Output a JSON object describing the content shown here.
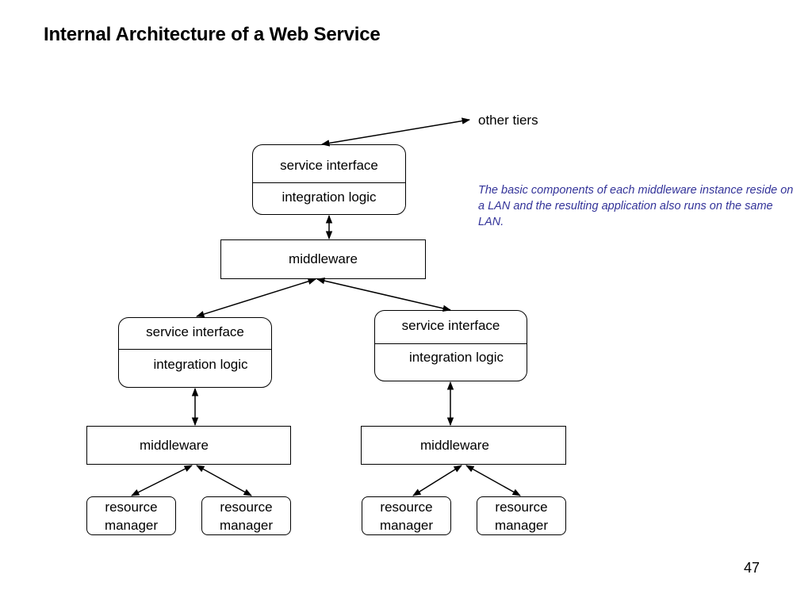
{
  "title": "Internal Architecture of a Web Service",
  "page_number": "47",
  "other_tiers": "other tiers",
  "note": "The basic components of each middleware instance reside on a LAN and the resulting application also runs on the same LAN.",
  "top": {
    "service_interface": "service interface",
    "integration_logic": "integration logic",
    "middleware": "middleware"
  },
  "left": {
    "service_interface": "service interface",
    "integration_logic": "integration logic",
    "middleware": "middleware",
    "resource_managers": [
      {
        "line1": "resource",
        "line2": "manager"
      },
      {
        "line1": "resource",
        "line2": "manager"
      }
    ]
  },
  "right": {
    "service_interface": "service interface",
    "integration_logic": "integration logic",
    "middleware": "middleware",
    "resource_managers": [
      {
        "line1": "resource",
        "line2": "manager"
      },
      {
        "line1": "resource",
        "line2": "manager"
      }
    ]
  },
  "colors": {
    "note_text": "#333399",
    "lines": "#000000",
    "background": "#ffffff"
  }
}
